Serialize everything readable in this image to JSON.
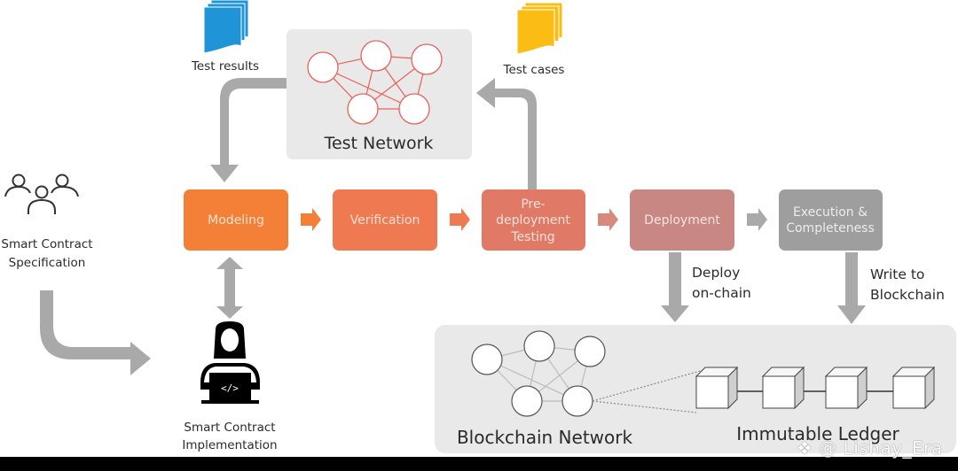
{
  "title": "Smart Contract Development Lifecycle",
  "inputs": {
    "specification": {
      "line1": "Smart Contract",
      "line2": "Specification",
      "icon": "people-group-icon"
    },
    "implementation": {
      "line1": "Smart Contract",
      "line2": "Implementation",
      "icon": "developer-laptop-icon",
      "code_glyph": "</>"
    }
  },
  "artifacts": {
    "test_results": {
      "label": "Test results",
      "color": "#1f95d8"
    },
    "test_cases": {
      "label": "Test cases",
      "color": "#fbbd14"
    }
  },
  "test_network": {
    "label": "Test Network",
    "node_stroke": "#e8615a",
    "nodes": 5
  },
  "stages": [
    {
      "id": "modeling",
      "label": "Modeling",
      "color": "#f47f36"
    },
    {
      "id": "verification",
      "label": "Verification",
      "color": "#ef7a52"
    },
    {
      "id": "pre-deployment-testing",
      "line1": "Pre-",
      "line2": "deployment",
      "line3": "Testing",
      "color": "#e07a66"
    },
    {
      "id": "deployment",
      "label": "Deployment",
      "color": "#c98784"
    },
    {
      "id": "execution-completeness",
      "line1": "Execution &",
      "line2": "Completeness",
      "color": "#9e9e9e"
    }
  ],
  "flow_labels": {
    "deploy": {
      "line1": "Deploy",
      "line2": "on-chain"
    },
    "write": {
      "line1": "Write to",
      "line2": "Blockchain"
    }
  },
  "blockchain": {
    "network_label": "Blockchain Network",
    "ledger_label": "Immutable Ledger",
    "blocks": 4
  },
  "watermark": "❖ @ Lishay_Era",
  "colors": {
    "arrow": "#a9a9a9",
    "panel": "#e9e9ea"
  }
}
